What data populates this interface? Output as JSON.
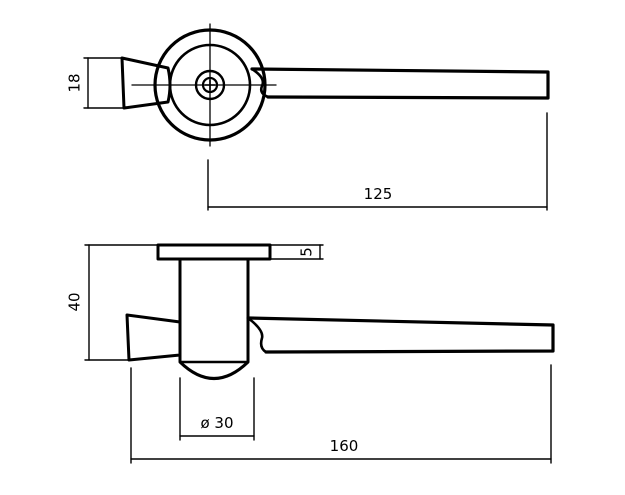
{
  "drawing": {
    "top_view": {
      "height_dim": "18",
      "length_dim": "125"
    },
    "side_view": {
      "height_dim": "40",
      "rosette_thickness_dim": "5",
      "diameter_dim": "ø 30",
      "length_dim": "160"
    }
  }
}
